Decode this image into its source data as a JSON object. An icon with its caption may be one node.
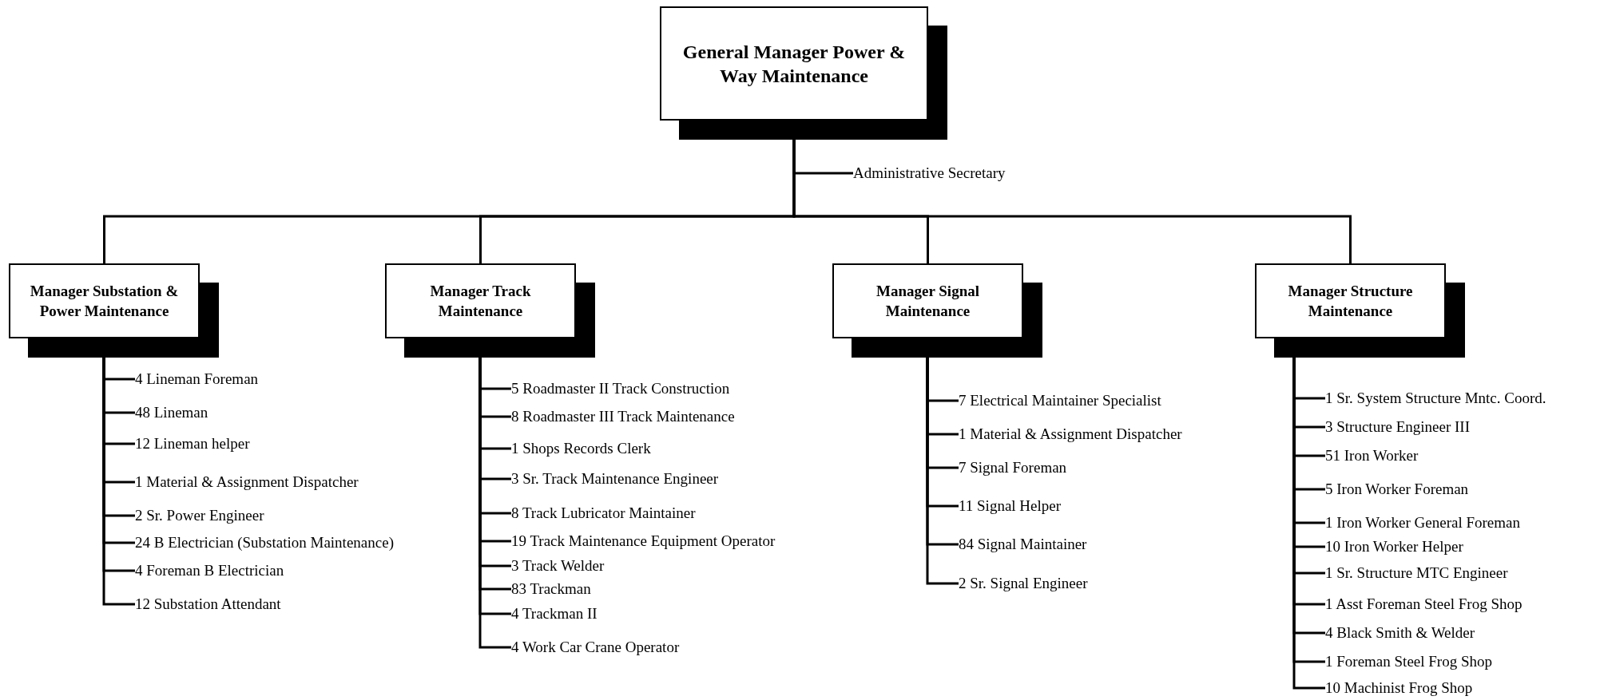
{
  "diagram": {
    "nodes": [
      {
        "text": [
          "General Manager Power & Way Maintenance"
        ]
      },
      {
        "text": [
          "Administrative Secretary"
        ]
      },
      {
        "text": [
          "Manager Substation & Power Maintenance"
        ]
      },
      {
        "text": [
          "Manager Track Maintenance"
        ]
      },
      {
        "text": [
          "Manager Signal Maintenance"
        ]
      },
      {
        "text": [
          "Manager Structure Maintenance"
        ]
      },
      {
        "text": [
          "4 Lineman Foreman"
        ]
      },
      {
        "text": [
          "48 Lineman"
        ]
      },
      {
        "text": [
          "12 Lineman helper"
        ]
      },
      {
        "text": [
          "1 Material & Assignment Dispatcher"
        ]
      },
      {
        "text": [
          "2 Sr. Power Engineer"
        ]
      },
      {
        "text": [
          "24 B Electrician (Substation Maintenance)"
        ]
      },
      {
        "text": [
          "4 Foreman B Electrician"
        ]
      },
      {
        "text": [
          "12 Substation Attendant"
        ]
      },
      {
        "text": [
          "5 Roadmaster II Track Construction"
        ]
      },
      {
        "text": [
          "8 Roadmaster III Track Maintenance"
        ]
      },
      {
        "text": [
          "1 Shops Records Clerk"
        ]
      },
      {
        "text": [
          "3 Sr. Track Maintenance Engineer"
        ]
      },
      {
        "text": [
          "8 Track Lubricator Maintainer"
        ]
      },
      {
        "text": [
          "19 Track Maintenance Equipment Operator"
        ]
      },
      {
        "text": [
          "3 Track Welder"
        ]
      },
      {
        "text": [
          "83 Trackman"
        ]
      },
      {
        "text": [
          "4 Trackman II"
        ]
      },
      {
        "text": [
          "4 Work Car Crane Operator"
        ]
      },
      {
        "text": [
          "7 Electrical Maintainer Specialist"
        ]
      },
      {
        "text": [
          "1 Material & Assignment Dispatcher"
        ]
      },
      {
        "text": [
          "7 Signal Foreman"
        ]
      },
      {
        "text": [
          "11 Signal Helper"
        ]
      },
      {
        "text": [
          "84 Signal Maintainer"
        ]
      },
      {
        "text": [
          "2 Sr. Signal Engineer"
        ]
      },
      {
        "text": [
          "1 Sr. System Structure Mntc. Coord."
        ]
      },
      {
        "text": [
          "3 Structure Engineer III"
        ]
      },
      {
        "text": [
          "51 Iron Worker"
        ]
      },
      {
        "text": [
          "5 Iron Worker Foreman"
        ]
      },
      {
        "text": [
          "1 Iron Worker General Foreman"
        ]
      },
      {
        "text": [
          "10 Iron Worker Helper"
        ]
      },
      {
        "text": [
          "1 Sr. Structure MTC Engineer"
        ]
      },
      {
        "text": [
          "1 Asst Foreman Steel Frog Shop"
        ]
      },
      {
        "text": [
          "4 Black Smith & Welder"
        ]
      },
      {
        "text": [
          "1 Foreman Steel Frog Shop"
        ]
      },
      {
        "text": [
          "10 Machinist Frog Shop"
        ]
      }
    ],
    "edges": [
      {
        "from": 0,
        "to": 1,
        "arrow": "none"
      },
      {
        "from": 0,
        "to": 2,
        "arrow": "none"
      },
      {
        "from": 0,
        "to": 3,
        "arrow": "none"
      },
      {
        "from": 0,
        "to": 4,
        "arrow": "none"
      },
      {
        "from": 0,
        "to": 5,
        "arrow": "none"
      },
      {
        "from": 2,
        "to": 6,
        "arrow": "none"
      },
      {
        "from": 2,
        "to": 7,
        "arrow": "none"
      },
      {
        "from": 2,
        "to": 8,
        "arrow": "none"
      },
      {
        "from": 2,
        "to": 9,
        "arrow": "none"
      },
      {
        "from": 2,
        "to": 10,
        "arrow": "none"
      },
      {
        "from": 2,
        "to": 11,
        "arrow": "none"
      },
      {
        "from": 2,
        "to": 12,
        "arrow": "none"
      },
      {
        "from": 2,
        "to": 13,
        "arrow": "none"
      },
      {
        "from": 3,
        "to": 14,
        "arrow": "none"
      },
      {
        "from": 3,
        "to": 15,
        "arrow": "none"
      },
      {
        "from": 3,
        "to": 16,
        "arrow": "none"
      },
      {
        "from": 3,
        "to": 17,
        "arrow": "none"
      },
      {
        "from": 3,
        "to": 18,
        "arrow": "none"
      },
      {
        "from": 3,
        "to": 19,
        "arrow": "none"
      },
      {
        "from": 3,
        "to": 20,
        "arrow": "none"
      },
      {
        "from": 3,
        "to": 21,
        "arrow": "none"
      },
      {
        "from": 3,
        "to": 22,
        "arrow": "none"
      },
      {
        "from": 3,
        "to": 23,
        "arrow": "none"
      },
      {
        "from": 4,
        "to": 24,
        "arrow": "none"
      },
      {
        "from": 4,
        "to": 25,
        "arrow": "none"
      },
      {
        "from": 4,
        "to": 26,
        "arrow": "none"
      },
      {
        "from": 4,
        "to": 27,
        "arrow": "none"
      },
      {
        "from": 4,
        "to": 28,
        "arrow": "none"
      },
      {
        "from": 4,
        "to": 29,
        "arrow": "none"
      },
      {
        "from": 5,
        "to": 30,
        "arrow": "none"
      },
      {
        "from": 5,
        "to": 31,
        "arrow": "none"
      },
      {
        "from": 5,
        "to": 32,
        "arrow": "none"
      },
      {
        "from": 5,
        "to": 33,
        "arrow": "none"
      },
      {
        "from": 5,
        "to": 34,
        "arrow": "none"
      },
      {
        "from": 5,
        "to": 35,
        "arrow": "none"
      },
      {
        "from": 5,
        "to": 36,
        "arrow": "none"
      },
      {
        "from": 5,
        "to": 37,
        "arrow": "none"
      },
      {
        "from": 5,
        "to": 38,
        "arrow": "none"
      },
      {
        "from": 5,
        "to": 39,
        "arrow": "none"
      },
      {
        "from": 5,
        "to": 40,
        "arrow": "none"
      }
    ]
  }
}
